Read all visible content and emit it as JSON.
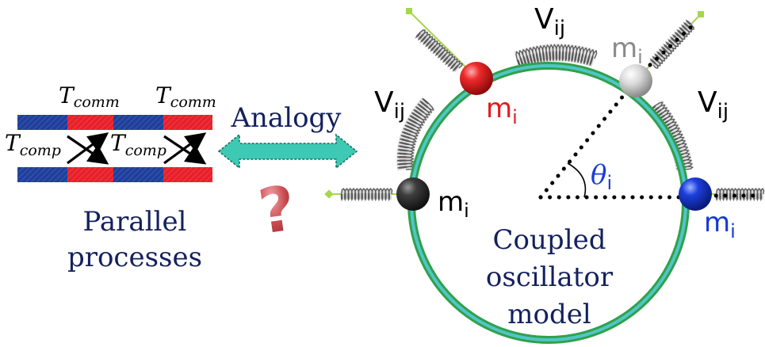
{
  "left": {
    "t_comm_base": "T",
    "t_comm_sub": "comm",
    "t_comp_base": "T",
    "t_comp_sub": "comp",
    "title_line1": "Parallel",
    "title_line2": "processes"
  },
  "analogy_label": "Analogy",
  "question_mark": "?",
  "right": {
    "v_base": "V",
    "v_sub": "ij",
    "m_base": "m",
    "m_sub": "i",
    "theta_base": "θ",
    "theta_sub": "i",
    "title_line1": "Coupled",
    "title_line2": "oscillator",
    "title_line3": "model"
  },
  "colors": {
    "bar_blue": "#1f3f9c",
    "bar_red": "#e8202a",
    "title_navy": "#14215e",
    "arrow_teal": "#3ec9b4",
    "arrow_outline": "#1b6e62",
    "question_red": "#c0484c",
    "ring_green": "#2fa14a",
    "ring_teal": "#52c5c8",
    "mass_red": "#e4191e",
    "mass_gray": "#cfcfcf",
    "mass_dark": "#3a3a3a",
    "mass_blue": "#1539d4",
    "label_red": "#e4191e",
    "label_gray": "#8a8a8a",
    "label_blue": "#1539d4",
    "theta_blue": "#1a3fd0",
    "anchor_green": "#a6d64a"
  }
}
